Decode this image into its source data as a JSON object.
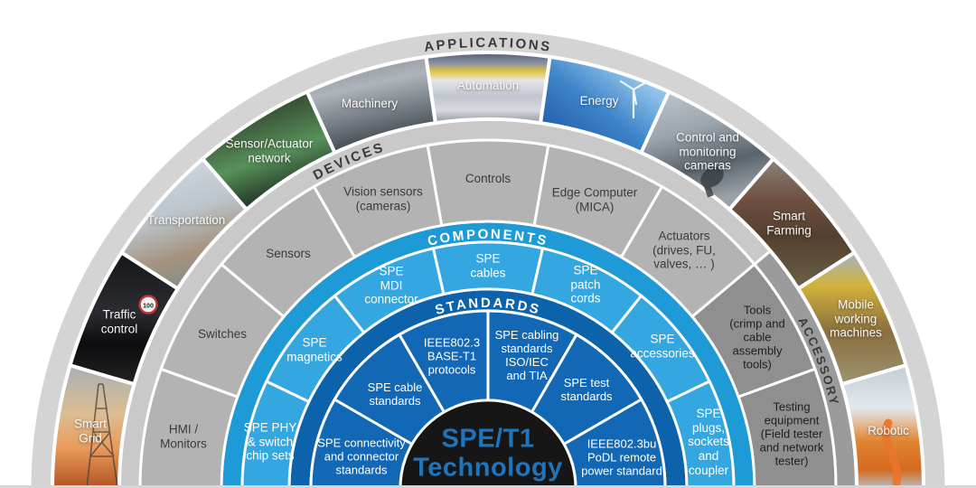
{
  "diagram": {
    "center": {
      "title": "SPE/T1\nTechnology"
    },
    "bands": {
      "applications": "APPLICATIONS",
      "devices": "DEVICES",
      "components": "COMPONENTS",
      "standards": "STANDARDS",
      "accessory": "ACCESSORY"
    },
    "applications": [
      {
        "label": "Smart\nGrid"
      },
      {
        "label": "Traffic\ncontrol",
        "sign": "100"
      },
      {
        "label": "Transportation"
      },
      {
        "label": "Sensor/Actuator\nnetwork"
      },
      {
        "label": "Machinery"
      },
      {
        "label": "Automation"
      },
      {
        "label": "Energy"
      },
      {
        "label": "Control and\nmonitoring\ncameras"
      },
      {
        "label": "Smart\nFarming"
      },
      {
        "label": "Mobile\nworking\nmachines"
      },
      {
        "label": "Robotic"
      }
    ],
    "devices": [
      {
        "label": "HMI /\nMonitors"
      },
      {
        "label": "Switches"
      },
      {
        "label": "Sensors"
      },
      {
        "label": "Vision sensors\n(cameras)"
      },
      {
        "label": "Controls"
      },
      {
        "label": "Edge Computer\n(MICA)"
      },
      {
        "label": "Actuators\n(drives, FU,\nvalves, … )"
      }
    ],
    "accessory": [
      {
        "label": "Tools\n(crimp and\ncable\nassembly\ntools)"
      },
      {
        "label": "Testing\nequipment\n(Field tester\nand network\ntester)"
      }
    ],
    "components": [
      {
        "label": "SPE PHY\n& switch\nchip sets"
      },
      {
        "label": "SPE\nmagnetics"
      },
      {
        "label": "SPE\nMDI\nconnector"
      },
      {
        "label": "SPE\ncables"
      },
      {
        "label": "SPE\npatch\ncords"
      },
      {
        "label": "SPE\naccessories"
      },
      {
        "label": "SPE\nplugs,\nsockets\nand\ncoupler"
      }
    ],
    "standards": [
      {
        "label": "SPE connectivity\nand connector\nstandards"
      },
      {
        "label": "SPE cable\nstandards"
      },
      {
        "label": "IEEE802.3\nBASE-T1\nprotocols"
      },
      {
        "label": "SPE cabling\nstandards\nISO/IEC\nand TIA"
      },
      {
        "label": "SPE test\nstandards"
      },
      {
        "label": "IEEE802.3bu\nPoDL remote\npower standard"
      }
    ],
    "colors": {
      "standards_blue": "#1268b4",
      "standards_band_blue": "#0d63ab",
      "components_blue": "#34a7e0",
      "components_band_blue": "#1e9ad6",
      "devices_gray": "#b3b3b3",
      "accessory_gray": "#8f8f8f",
      "accessory_band_gray": "#9b9b9b",
      "separator_band_gray": "#c9c9c9",
      "outer_band_gray": "#d4d4d4",
      "center_black": "#161616",
      "center_text_blue": "#1d76bd"
    }
  }
}
